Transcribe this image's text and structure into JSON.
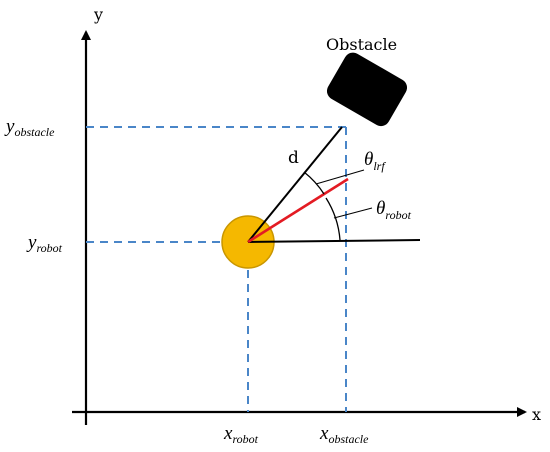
{
  "axes": {
    "x_label": "x",
    "y_label": "y"
  },
  "labels": {
    "obstacle": "Obstacle",
    "distance": "d",
    "theta": "θ",
    "theta_lrf_sub": "lrf",
    "theta_robot_sub": "robot",
    "y_obstacle_base": "y",
    "y_obstacle_sub": "obstacle",
    "y_robot_base": "y",
    "y_robot_sub": "robot",
    "x_robot_base": "x",
    "x_robot_sub": "robot",
    "x_obstacle_base": "x",
    "x_obstacle_sub": "obstacle"
  },
  "colors": {
    "axis": "#000000",
    "dashed_guides": "#4a86c8",
    "robot_fill": "#f5b800",
    "robot_stroke": "#c99600",
    "obstacle_fill": "#000000",
    "lrf_ray": "#e31b23",
    "lines": "#000000"
  }
}
